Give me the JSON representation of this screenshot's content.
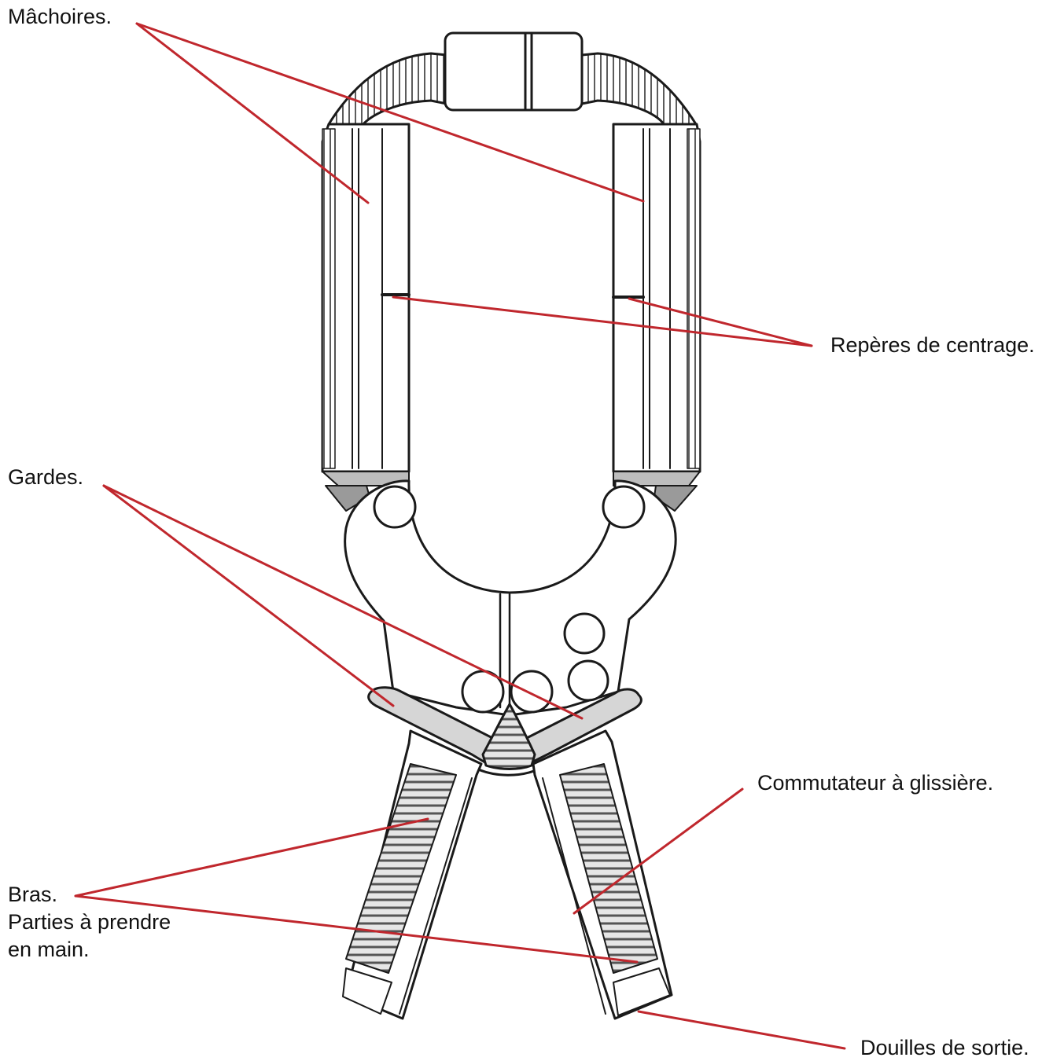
{
  "labels": {
    "machoires": "Mâchoires.",
    "reperes": "Repères de centrage.",
    "gardes": "Gardes.",
    "commutateur": "Commutateur à glissière.",
    "bras": "Bras.",
    "parties_line1": "Parties à prendre",
    "parties_line2": "en main.",
    "douilles": "Douilles de sortie."
  },
  "colors": {
    "leader_line": "#c0272d",
    "drawing_stroke": "#1a1a1a",
    "grip_fill": "#cfcfcf",
    "background": "#ffffff"
  }
}
